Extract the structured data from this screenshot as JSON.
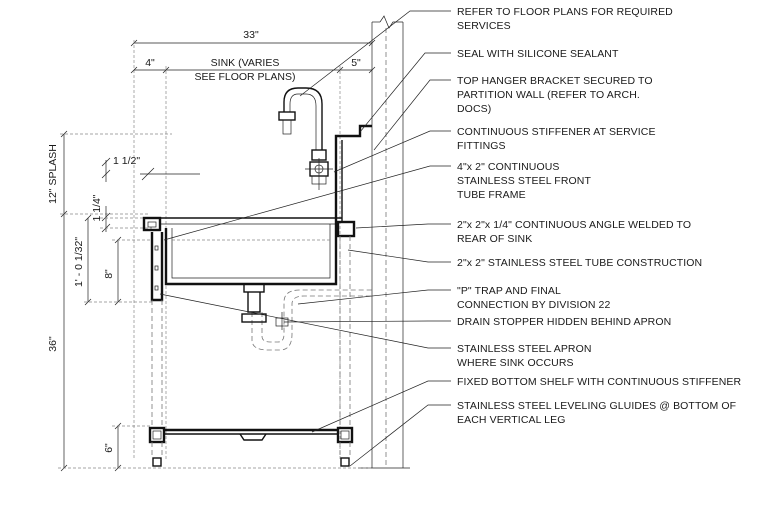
{
  "dimensions": {
    "overall_width": "33\"",
    "left_offset": "4\"",
    "right_offset": "5\"",
    "sink_line1": "SINK (VARIES",
    "sink_line2": "SEE FLOOR PLANS)",
    "splash": "12\" SPLASH",
    "one_half": "1 1/2\"",
    "one_quarter": "1 1/4\"",
    "depth": "1' - 0 1/32\"",
    "eight": "8\"",
    "thirty_six": "36\"",
    "six": "6\""
  },
  "callouts": [
    {
      "lines": [
        "REFER TO FLOOR PLANS FOR REQUIRED",
        "SERVICES"
      ]
    },
    {
      "lines": [
        "SEAL WITH SILICONE SEALANT"
      ]
    },
    {
      "lines": [
        "TOP HANGER BRACKET SECURED TO",
        "PARTITION WALL (REFER TO ARCH.",
        "DOCS)"
      ]
    },
    {
      "lines": [
        "CONTINUOUS STIFFENER AT SERVICE",
        "FITTINGS"
      ]
    },
    {
      "lines": [
        "4\"x 2\" CONTINUOUS",
        "STAINLESS STEEL FRONT",
        "TUBE FRAME"
      ]
    },
    {
      "lines": [
        "2\"x 2\"x 1/4\" CONTINUOUS ANGLE WELDED TO",
        "REAR OF SINK"
      ]
    },
    {
      "lines": [
        "2\"x 2\" STAINLESS STEEL TUBE CONSTRUCTION"
      ]
    },
    {
      "lines": [
        "\"P\" TRAP AND FINAL",
        "CONNECTION BY DIVISION 22"
      ]
    },
    {
      "lines": [
        "DRAIN STOPPER HIDDEN BEHIND APRON"
      ]
    },
    {
      "lines": [
        "STAINLESS STEEL APRON",
        "WHERE SINK OCCURS"
      ]
    },
    {
      "lines": [
        "FIXED BOTTOM SHELF WITH CONTINUOUS STIFFENER"
      ]
    },
    {
      "lines": [
        "STAINLESS STEEL LEVELING GLUIDES @ BOTTOM OF",
        "EACH VERTICAL LEG"
      ]
    }
  ]
}
